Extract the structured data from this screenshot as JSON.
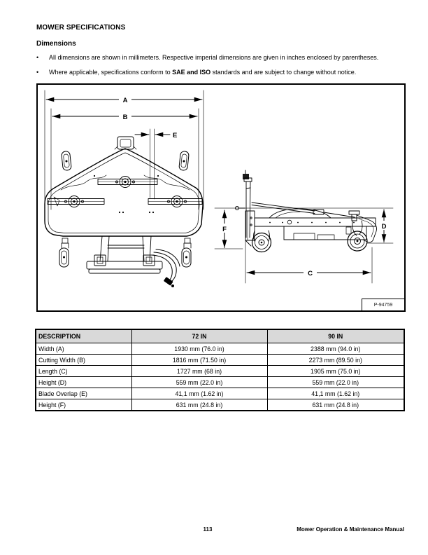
{
  "header": {
    "title": "MOWER SPECIFICATIONS",
    "subtitle": "Dimensions"
  },
  "bullets": [
    {
      "glyph": "•",
      "pre": "All dimensions are shown in millimeters. Respective imperial dimensions are given in inches enclosed by parentheses.",
      "bold": "",
      "post": ""
    },
    {
      "glyph": "•",
      "pre": "Where applicable, specifications conform to ",
      "bold": "SAE and ISO",
      "post": " standards and are subject to change without notice."
    }
  ],
  "figure": {
    "dimension_labels": {
      "A": "A",
      "B": "B",
      "C": "C",
      "D": "D",
      "E": "E",
      "F": "F"
    },
    "figure_ref": "P-94759"
  },
  "spec_table": {
    "headers": [
      "DESCRIPTION",
      "72 IN",
      "90 IN"
    ],
    "rows": [
      {
        "description": "Width (A)",
        "size_72": "1930 mm (76.0 in)",
        "size_90": "2388 mm (94.0 in)"
      },
      {
        "description": "Cutting Width (B)",
        "size_72": "1816 mm (71.50 in)",
        "size_90": "2273 mm (89.50 in)"
      },
      {
        "description": "Length (C)",
        "size_72": "1727 mm (68 in)",
        "size_90": "1905 mm (75.0 in)"
      },
      {
        "description": "Height (D)",
        "size_72": "559 mm (22.0 in)",
        "size_90": "559 mm (22.0 in)"
      },
      {
        "description": "Blade Overlap (E)",
        "size_72": "41,1 mm (1.62 in)",
        "size_90": "41,1 mm (1.62 in)"
      },
      {
        "description": "Height (F)",
        "size_72": "631 mm (24.8 in)",
        "size_90": "631 mm (24.8 in)"
      }
    ]
  },
  "footer": {
    "page_number": "113",
    "manual_title": "Mower Operation & Maintenance Manual"
  },
  "colors": {
    "ink": "#000000",
    "table_header_bg": "#d9d9d9"
  }
}
